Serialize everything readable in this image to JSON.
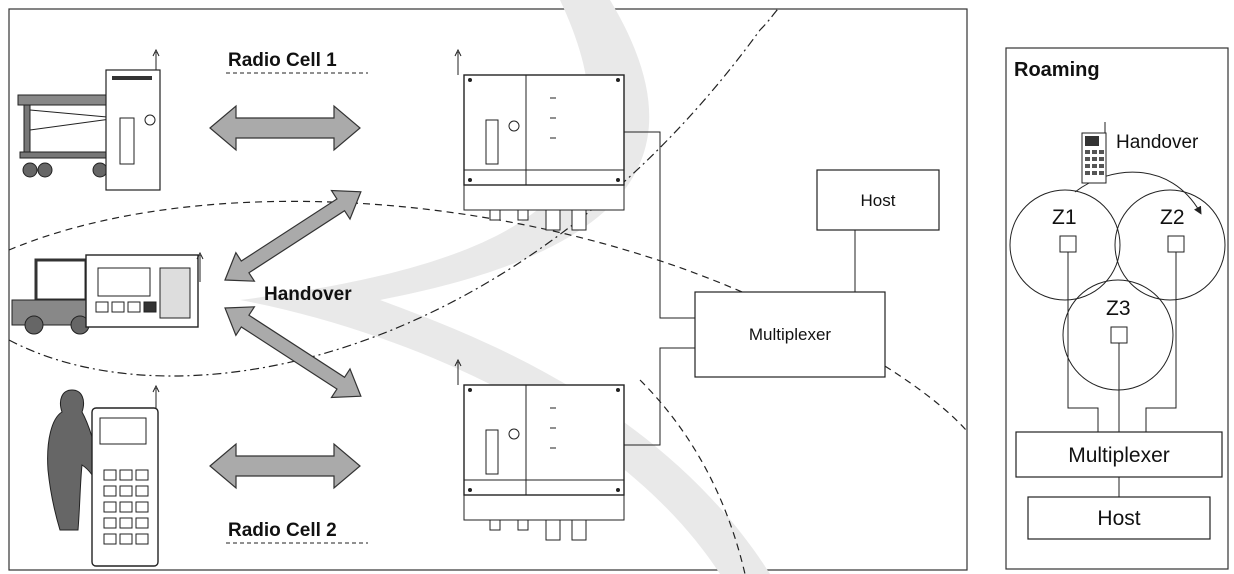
{
  "main_diagram": {
    "radio_cell_1": "Radio Cell 1",
    "radio_cell_2": "Radio Cell 2",
    "handover": "Handover",
    "multiplexer": "Multiplexer",
    "host": "Host"
  },
  "roaming_panel": {
    "title": "Roaming",
    "handover": "Handover",
    "zones": [
      "Z1",
      "Z2",
      "Z3"
    ],
    "multiplexer": "Multiplexer",
    "host": "Host"
  }
}
